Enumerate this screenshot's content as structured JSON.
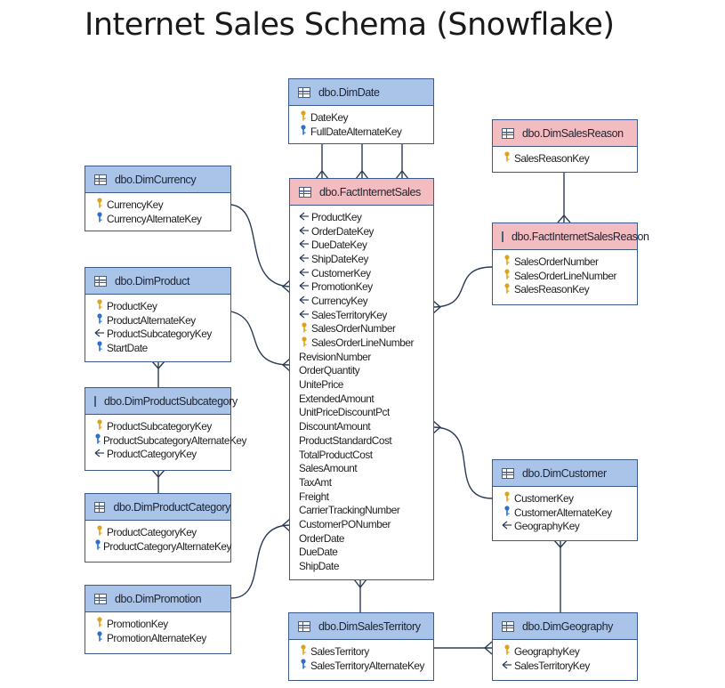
{
  "title": "Internet Sales Schema (Snowflake)",
  "icons": {
    "pk": "key-icon-gold",
    "ak": "key-icon-blue",
    "fk": "crowfoot-fk-icon",
    "table": "table-icon"
  },
  "colors": {
    "dim_header": "#a9c4e8",
    "fact_header": "#f2bcc0",
    "border": "#3a5a8c",
    "pk": "#e0a21c",
    "ak": "#2c6fd1"
  },
  "entities": {
    "dim_date": {
      "name": "dbo.DimDate",
      "columns": [
        {
          "label": "DateKey",
          "icon": "pk"
        },
        {
          "label": "FullDateAlternateKey",
          "icon": "ak"
        }
      ]
    },
    "dim_sales_reason": {
      "name": "dbo.DimSalesReason",
      "columns": [
        {
          "label": "SalesReasonKey",
          "icon": "pk"
        }
      ]
    },
    "dim_currency": {
      "name": "dbo.DimCurrency",
      "columns": [
        {
          "label": "CurrencyKey",
          "icon": "pk"
        },
        {
          "label": "CurrencyAlternateKey",
          "icon": "ak"
        }
      ]
    },
    "fact_internet_sales": {
      "name": "dbo.FactInternetSales",
      "columns": [
        {
          "label": "ProductKey",
          "icon": "fk"
        },
        {
          "label": "OrderDateKey",
          "icon": "fk"
        },
        {
          "label": "DueDateKey",
          "icon": "fk"
        },
        {
          "label": "ShipDateKey",
          "icon": "fk"
        },
        {
          "label": "CustomerKey",
          "icon": "fk"
        },
        {
          "label": "PromotionKey",
          "icon": "fk"
        },
        {
          "label": "CurrencyKey",
          "icon": "fk"
        },
        {
          "label": "SalesTerritoryKey",
          "icon": "fk"
        },
        {
          "label": "SalesOrderNumber",
          "icon": "pk"
        },
        {
          "label": "SalesOrderLineNumber",
          "icon": "pk"
        },
        {
          "label": "RevisionNumber",
          "icon": "none"
        },
        {
          "label": "OrderQuantity",
          "icon": "none"
        },
        {
          "label": "UnitePrice",
          "icon": "none"
        },
        {
          "label": "ExtendedAmount",
          "icon": "none"
        },
        {
          "label": "UnitPriceDiscountPct",
          "icon": "none"
        },
        {
          "label": "DiscountAmount",
          "icon": "none"
        },
        {
          "label": "ProductStandardCost",
          "icon": "none"
        },
        {
          "label": "TotalProductCost",
          "icon": "none"
        },
        {
          "label": "SalesAmount",
          "icon": "none"
        },
        {
          "label": "TaxAmt",
          "icon": "none"
        },
        {
          "label": "Freight",
          "icon": "none"
        },
        {
          "label": "CarrierTrackingNumber",
          "icon": "none"
        },
        {
          "label": "CustomerPONumber",
          "icon": "none"
        },
        {
          "label": "OrderDate",
          "icon": "none"
        },
        {
          "label": "DueDate",
          "icon": "none"
        },
        {
          "label": "ShipDate",
          "icon": "none"
        }
      ]
    },
    "fact_internet_sales_reason": {
      "name": "dbo.FactInternetSalesReason",
      "columns": [
        {
          "label": "SalesOrderNumber",
          "icon": "pk"
        },
        {
          "label": "SalesOrderLineNumber",
          "icon": "pk"
        },
        {
          "label": "SalesReasonKey",
          "icon": "pk"
        }
      ]
    },
    "dim_product": {
      "name": "dbo.DimProduct",
      "columns": [
        {
          "label": "ProductKey",
          "icon": "pk"
        },
        {
          "label": "ProductAlternateKey",
          "icon": "ak"
        },
        {
          "label": "ProductSubcategoryKey",
          "icon": "fk"
        },
        {
          "label": "StartDate",
          "icon": "ak"
        }
      ]
    },
    "dim_product_subcategory": {
      "name": "dbo.DimProductSubcategory",
      "columns": [
        {
          "label": "ProductSubcategoryKey",
          "icon": "pk"
        },
        {
          "label": "ProductSubcategoryAlternateKey",
          "icon": "ak"
        },
        {
          "label": "ProductCategoryKey",
          "icon": "fk"
        }
      ]
    },
    "dim_product_category": {
      "name": "dbo.DimProductCategory",
      "columns": [
        {
          "label": "ProductCategoryKey",
          "icon": "pk"
        },
        {
          "label": "ProductCategoryAlternateKey",
          "icon": "ak"
        }
      ]
    },
    "dim_promotion": {
      "name": "dbo.DimPromotion",
      "columns": [
        {
          "label": "PromotionKey",
          "icon": "pk"
        },
        {
          "label": "PromotionAlternateKey",
          "icon": "ak"
        }
      ]
    },
    "dim_customer": {
      "name": "dbo.DimCustomer",
      "columns": [
        {
          "label": "CustomerKey",
          "icon": "pk"
        },
        {
          "label": "CustomerAlternateKey",
          "icon": "ak"
        },
        {
          "label": "GeographyKey",
          "icon": "fk"
        }
      ]
    },
    "dim_sales_territory": {
      "name": "dbo.DimSalesTerritory",
      "columns": [
        {
          "label": "SalesTerritory",
          "icon": "pk"
        },
        {
          "label": "SalesTerritoryAlternateKey",
          "icon": "ak"
        }
      ]
    },
    "dim_geography": {
      "name": "dbo.DimGeography",
      "columns": [
        {
          "label": "GeographyKey",
          "icon": "pk"
        },
        {
          "label": "SalesTerritoryKey",
          "icon": "fk"
        }
      ]
    }
  }
}
